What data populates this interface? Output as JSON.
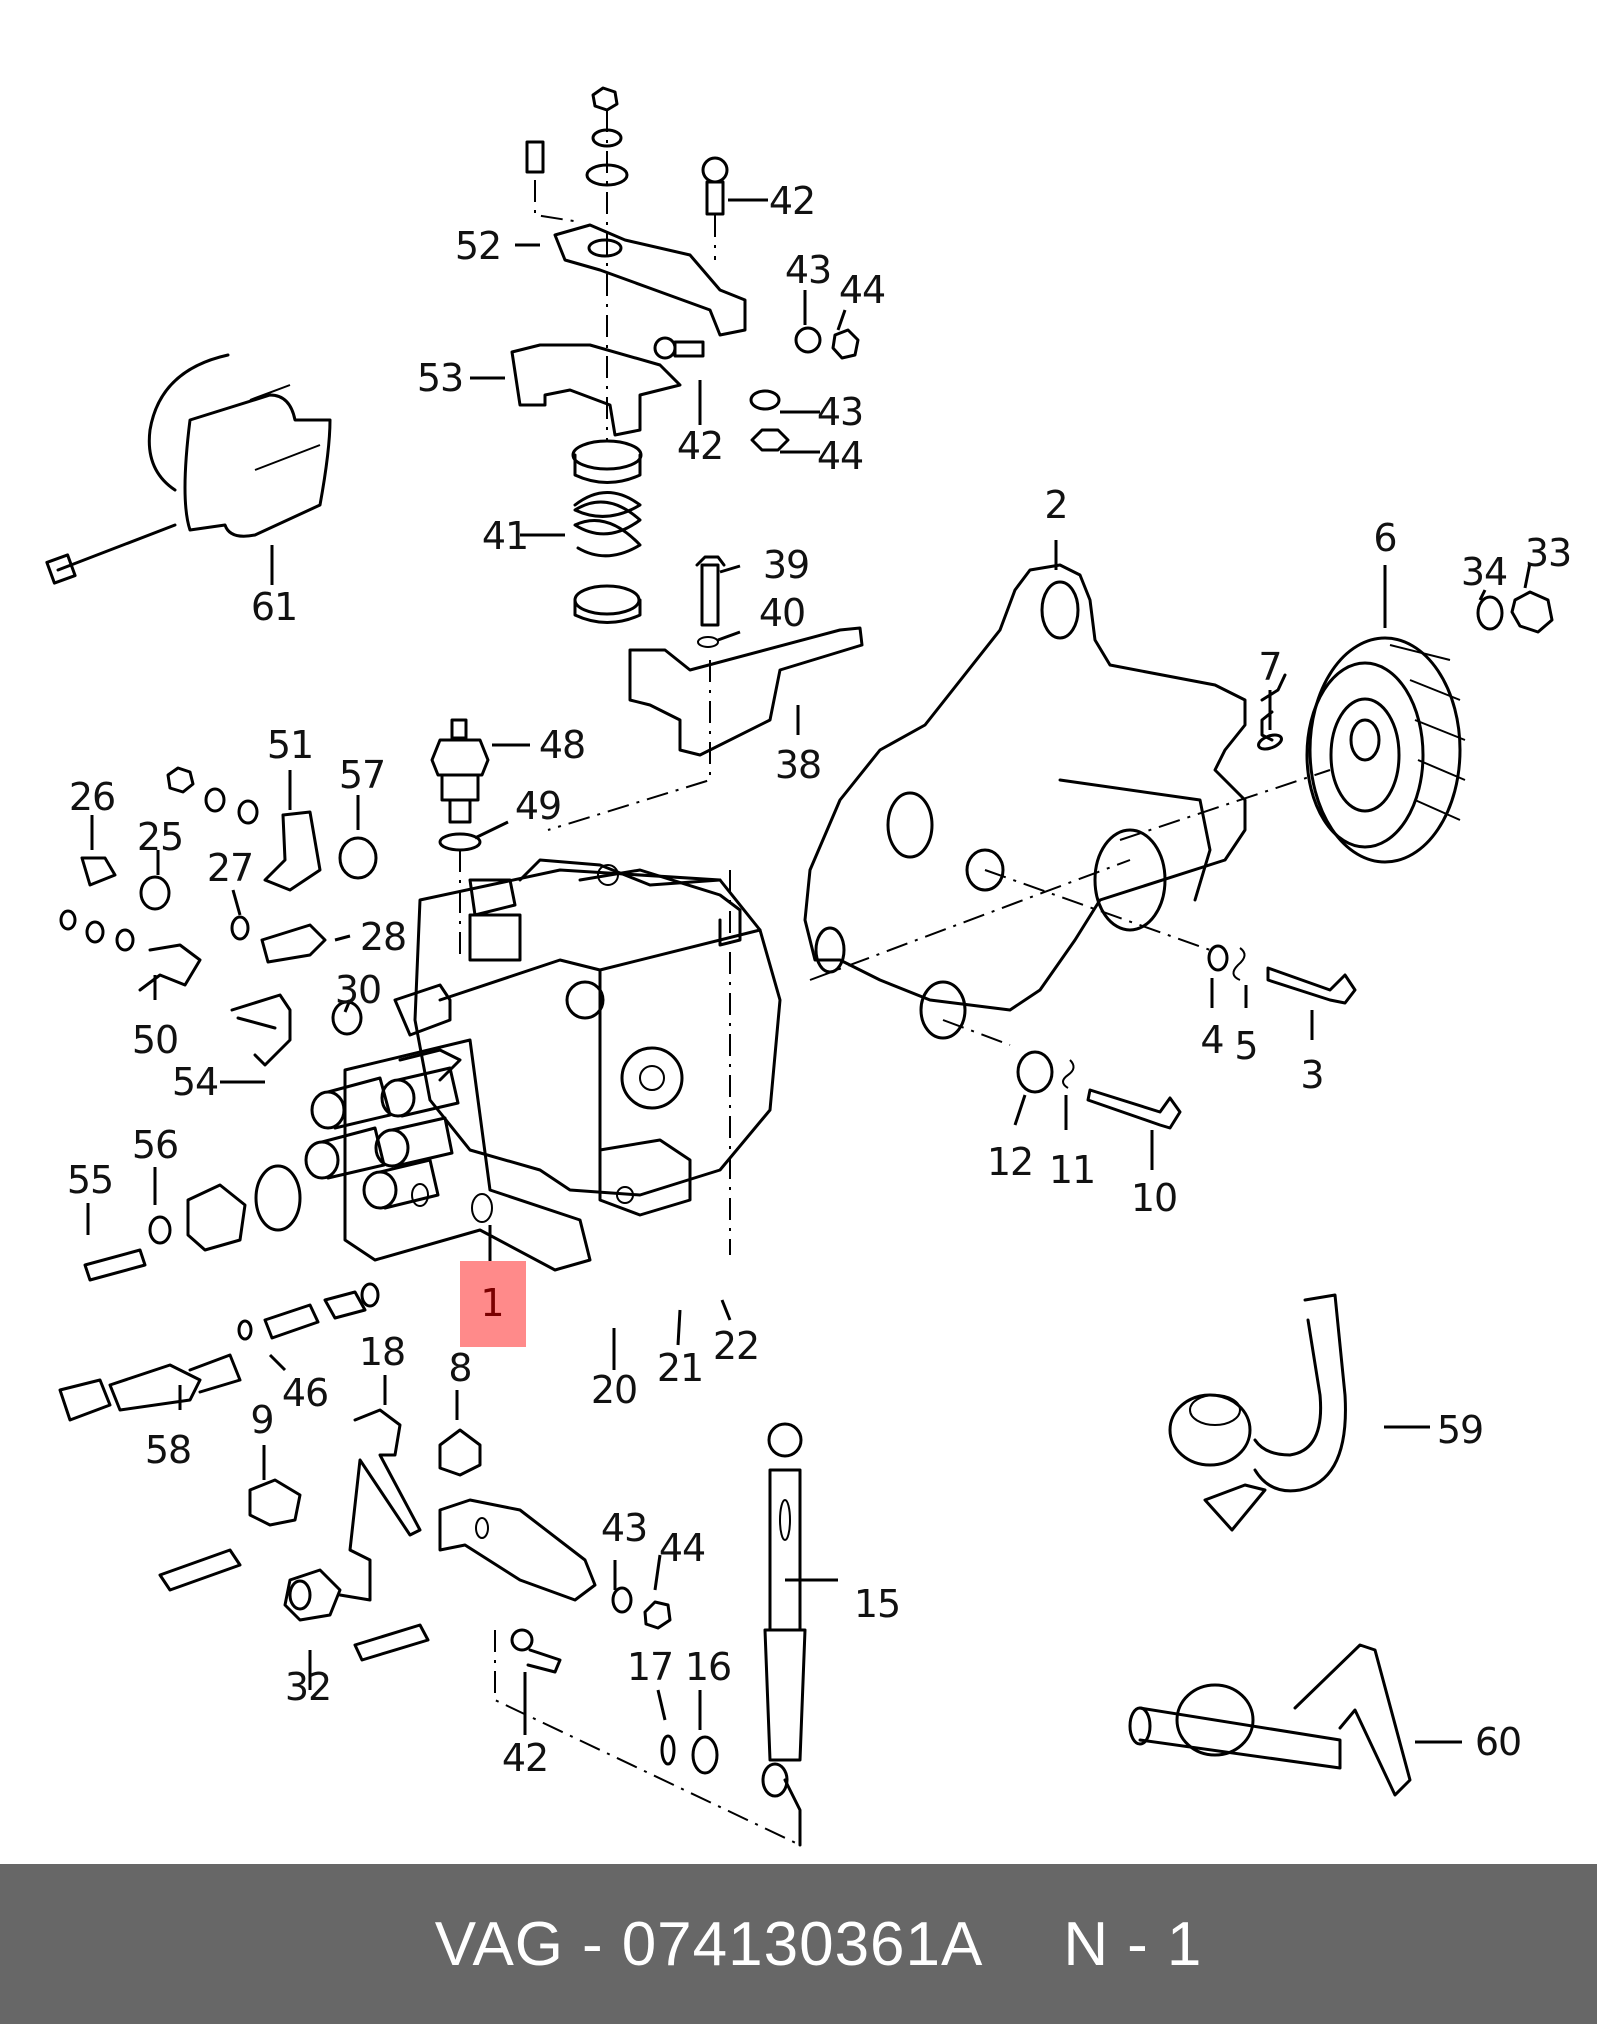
{
  "diagram": {
    "title": "Diesel injection pump exploded parts diagram",
    "highlighted_part": "1",
    "highlight_color": "#ff8a8a",
    "labels": [
      {
        "id": "1",
        "text": "1",
        "highlighted": true
      },
      {
        "id": "2",
        "text": "2"
      },
      {
        "id": "3",
        "text": "3"
      },
      {
        "id": "4",
        "text": "4"
      },
      {
        "id": "5",
        "text": "5"
      },
      {
        "id": "6",
        "text": "6"
      },
      {
        "id": "7",
        "text": "7"
      },
      {
        "id": "8",
        "text": "8"
      },
      {
        "id": "9",
        "text": "9"
      },
      {
        "id": "10",
        "text": "10"
      },
      {
        "id": "11",
        "text": "11"
      },
      {
        "id": "12",
        "text": "12"
      },
      {
        "id": "15",
        "text": "15"
      },
      {
        "id": "16",
        "text": "16"
      },
      {
        "id": "17",
        "text": "17"
      },
      {
        "id": "18",
        "text": "18"
      },
      {
        "id": "20",
        "text": "20"
      },
      {
        "id": "21",
        "text": "21"
      },
      {
        "id": "22",
        "text": "22"
      },
      {
        "id": "25",
        "text": "25"
      },
      {
        "id": "26",
        "text": "26"
      },
      {
        "id": "27",
        "text": "27"
      },
      {
        "id": "28",
        "text": "28"
      },
      {
        "id": "30",
        "text": "30"
      },
      {
        "id": "32",
        "text": "32"
      },
      {
        "id": "33",
        "text": "33"
      },
      {
        "id": "34",
        "text": "34"
      },
      {
        "id": "38",
        "text": "38"
      },
      {
        "id": "39",
        "text": "39"
      },
      {
        "id": "40",
        "text": "40"
      },
      {
        "id": "41",
        "text": "41"
      },
      {
        "id": "42a",
        "text": "42"
      },
      {
        "id": "42b",
        "text": "42"
      },
      {
        "id": "42c",
        "text": "42"
      },
      {
        "id": "43a",
        "text": "43"
      },
      {
        "id": "43b",
        "text": "43"
      },
      {
        "id": "43c",
        "text": "43"
      },
      {
        "id": "44a",
        "text": "44"
      },
      {
        "id": "44b",
        "text": "44"
      },
      {
        "id": "44c",
        "text": "44"
      },
      {
        "id": "46",
        "text": "46"
      },
      {
        "id": "48",
        "text": "48"
      },
      {
        "id": "49",
        "text": "49"
      },
      {
        "id": "50",
        "text": "50"
      },
      {
        "id": "51",
        "text": "51"
      },
      {
        "id": "52",
        "text": "52"
      },
      {
        "id": "53",
        "text": "53"
      },
      {
        "id": "54",
        "text": "54"
      },
      {
        "id": "55",
        "text": "55"
      },
      {
        "id": "56",
        "text": "56"
      },
      {
        "id": "57",
        "text": "57"
      },
      {
        "id": "58",
        "text": "58"
      },
      {
        "id": "59",
        "text": "59"
      },
      {
        "id": "60",
        "text": "60"
      },
      {
        "id": "61",
        "text": "61"
      }
    ]
  },
  "footer": {
    "brand": "VAG",
    "separator": "-",
    "part_number": "074130361A",
    "position_prefix": "N",
    "position_separator": "-",
    "position_number": "1"
  }
}
